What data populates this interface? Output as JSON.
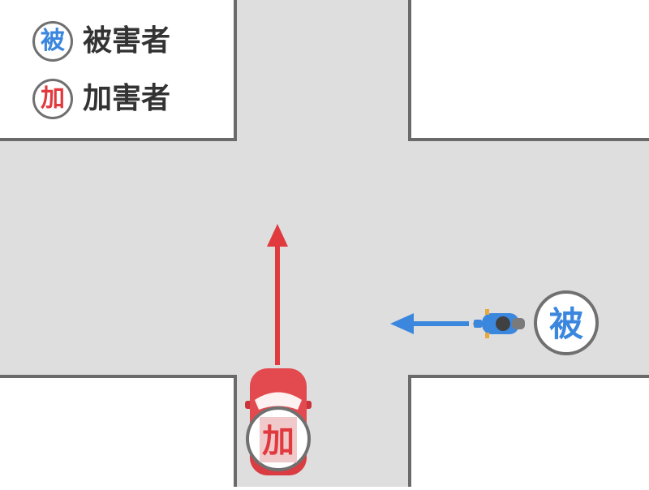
{
  "legend": {
    "victim": {
      "symbol": "被",
      "label": "被害者",
      "color": "#3b87de"
    },
    "offender": {
      "symbol": "加",
      "label": "加害者",
      "color": "#e03a3f"
    }
  },
  "scene": {
    "offender_vehicle": {
      "type": "car",
      "heading": "north",
      "marker": "加"
    },
    "victim_vehicle": {
      "type": "motorcycle",
      "heading": "west",
      "marker": "被"
    }
  },
  "colors": {
    "road": "#dedede",
    "curb": "#6a6a6a",
    "block": "#ffffff"
  }
}
